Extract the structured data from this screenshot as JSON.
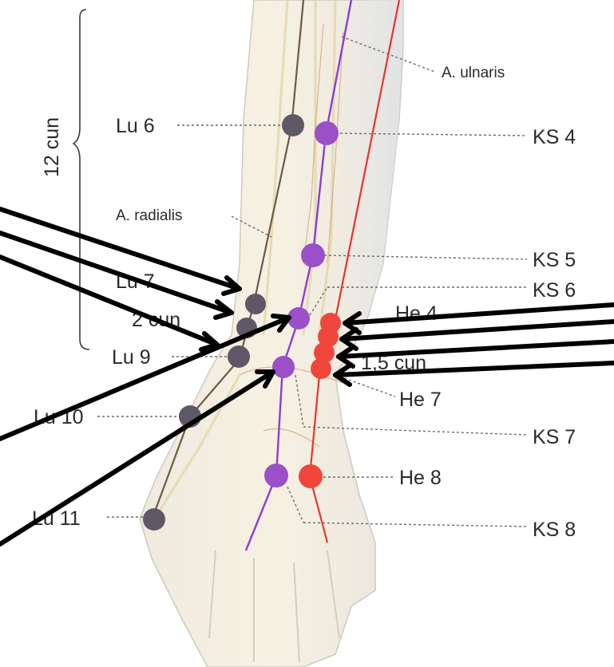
{
  "labels": {
    "dimension_12": "12 cun",
    "lu6": "Lu 6",
    "lu7": "Lu 7",
    "cun2": "2 cun",
    "lu9": "Lu 9",
    "lu10": "Lu 10",
    "lu11": "Lu 11",
    "a_radialis": "A. radialis",
    "a_ulnaris": "A. ulnaris",
    "ks4": "KS 4",
    "ks5": "KS 5",
    "ks6": "KS 6",
    "he4": "He 4",
    "cun15": "1,5 cun",
    "he7": "He 7",
    "ks7": "KS 7",
    "he8": "He 8",
    "ks8": "KS 8"
  },
  "colors": {
    "lung_point": "#5f5866",
    "pericardium_point": "#9b4fc9",
    "heart_point": "#f0463b",
    "lung_meridian": "#6b5a45",
    "pericardium_meridian": "#8a3fd0",
    "heart_meridian": "#e8352b",
    "arrow": "#000000"
  }
}
